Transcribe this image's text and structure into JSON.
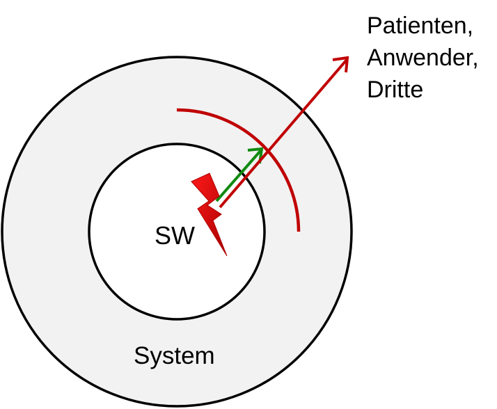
{
  "labels": {
    "inner": "SW",
    "outer": "System"
  },
  "affected_parties": [
    "Patienten,",
    "Anwender,",
    "Dritte"
  ],
  "colors": {
    "outer_ring_fill": "#f2f2f2",
    "stroke": "#000000",
    "hazard_red": "#c00000",
    "green_arrow": "#118a11",
    "lightning_light": "#ff1a1a",
    "lightning_dark": "#b00000"
  },
  "icons": {
    "fault": "lightning-icon"
  }
}
